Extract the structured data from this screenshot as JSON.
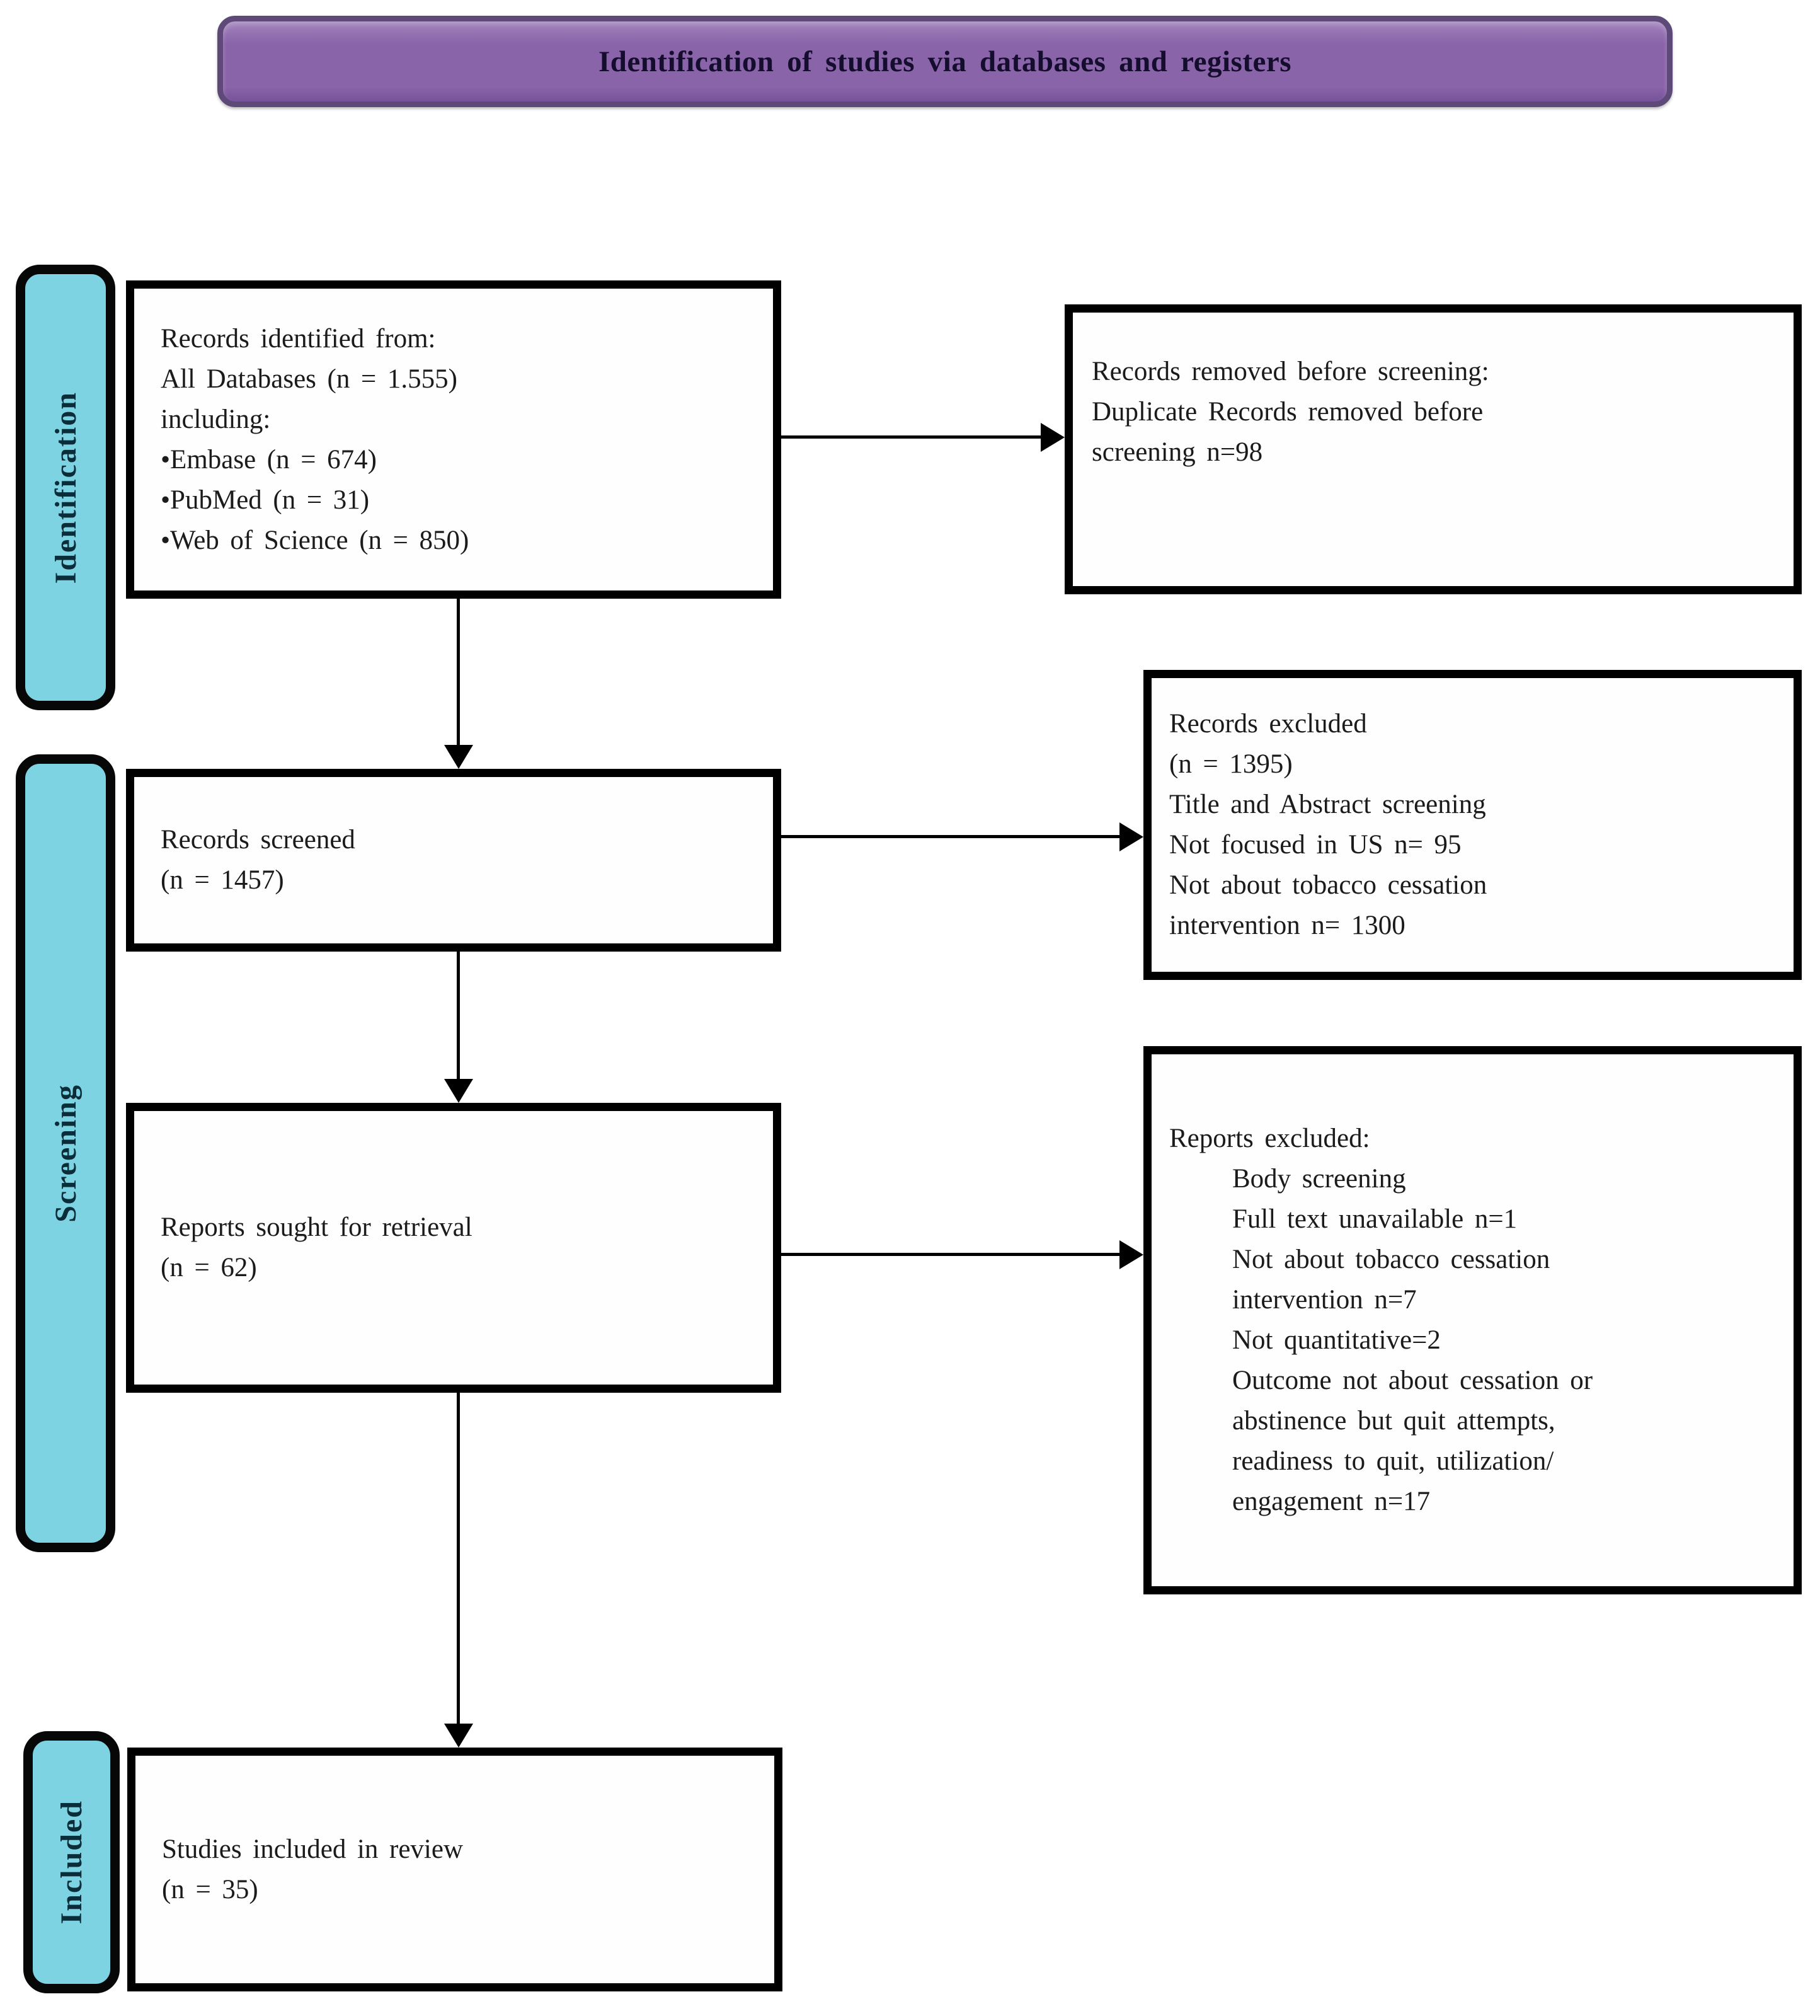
{
  "banner": {
    "title": "Identification of studies via databases and registers"
  },
  "sidebars": {
    "identification": "Identification",
    "screening": "Screening",
    "included": "Included"
  },
  "colors": {
    "banner_fill": "#8a64a8",
    "banner_border": "#5e4a78",
    "sidebar_fill": "#7ed3e2",
    "box_border": "#000000",
    "arrow_color": "#000000"
  },
  "boxes": {
    "records_identified": {
      "lines": [
        "Records identified from:",
        "All Databases (n = 1.555)",
        "including:",
        "•Embase (n = 674)",
        "•PubMed (n = 31)",
        "•Web of Science (n = 850)"
      ]
    },
    "records_removed": {
      "lines": [
        "Records removed before screening:",
        "Duplicate Records removed before",
        "screening n=98"
      ]
    },
    "records_screened": {
      "lines": [
        "Records screened",
        "(n = 1457)"
      ]
    },
    "records_excluded": {
      "lines": [
        "Records excluded",
        "(n = 1395)",
        "Title and Abstract screening",
        "Not focused in US n= 95",
        "Not about tobacco cessation",
        "intervention n= 1300"
      ]
    },
    "reports_sought": {
      "lines": [
        "Reports sought for retrieval",
        "(n = 62)"
      ]
    },
    "reports_excluded": {
      "title": "Reports excluded:",
      "items": [
        "Body screening",
        "Full text unavailable n=1",
        "Not about tobacco cessation",
        "intervention n=7",
        "Not quantitative=2",
        "Outcome not about cessation or",
        "abstinence but quit attempts,",
        "readiness to quit, utilization/",
        "engagement n=17"
      ]
    },
    "studies_included": {
      "lines": [
        "Studies included in review",
        "(n = 35)"
      ]
    }
  }
}
